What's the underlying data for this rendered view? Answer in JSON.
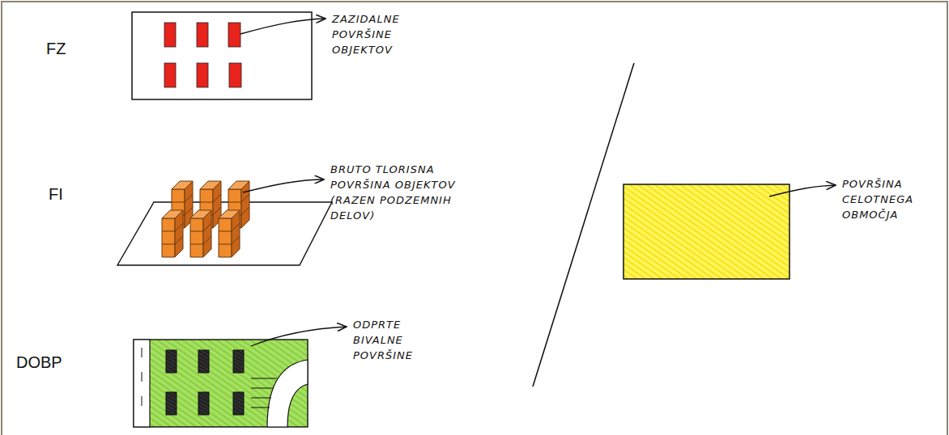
{
  "diagram": {
    "labels": [
      "FZ",
      "ZAZIDALNE POVRŠINE OBJEKTOV",
      "FI",
      "BRUTO TLORISNA POVRŠINA OBJEKTOV (RAZEN PODZEMNIH DELOV)",
      "DOBP",
      "ODPRTE BIVALNE POVRŠINE",
      "POVRŠINA CELOTNEGA OBMOČJA"
    ]
  }
}
